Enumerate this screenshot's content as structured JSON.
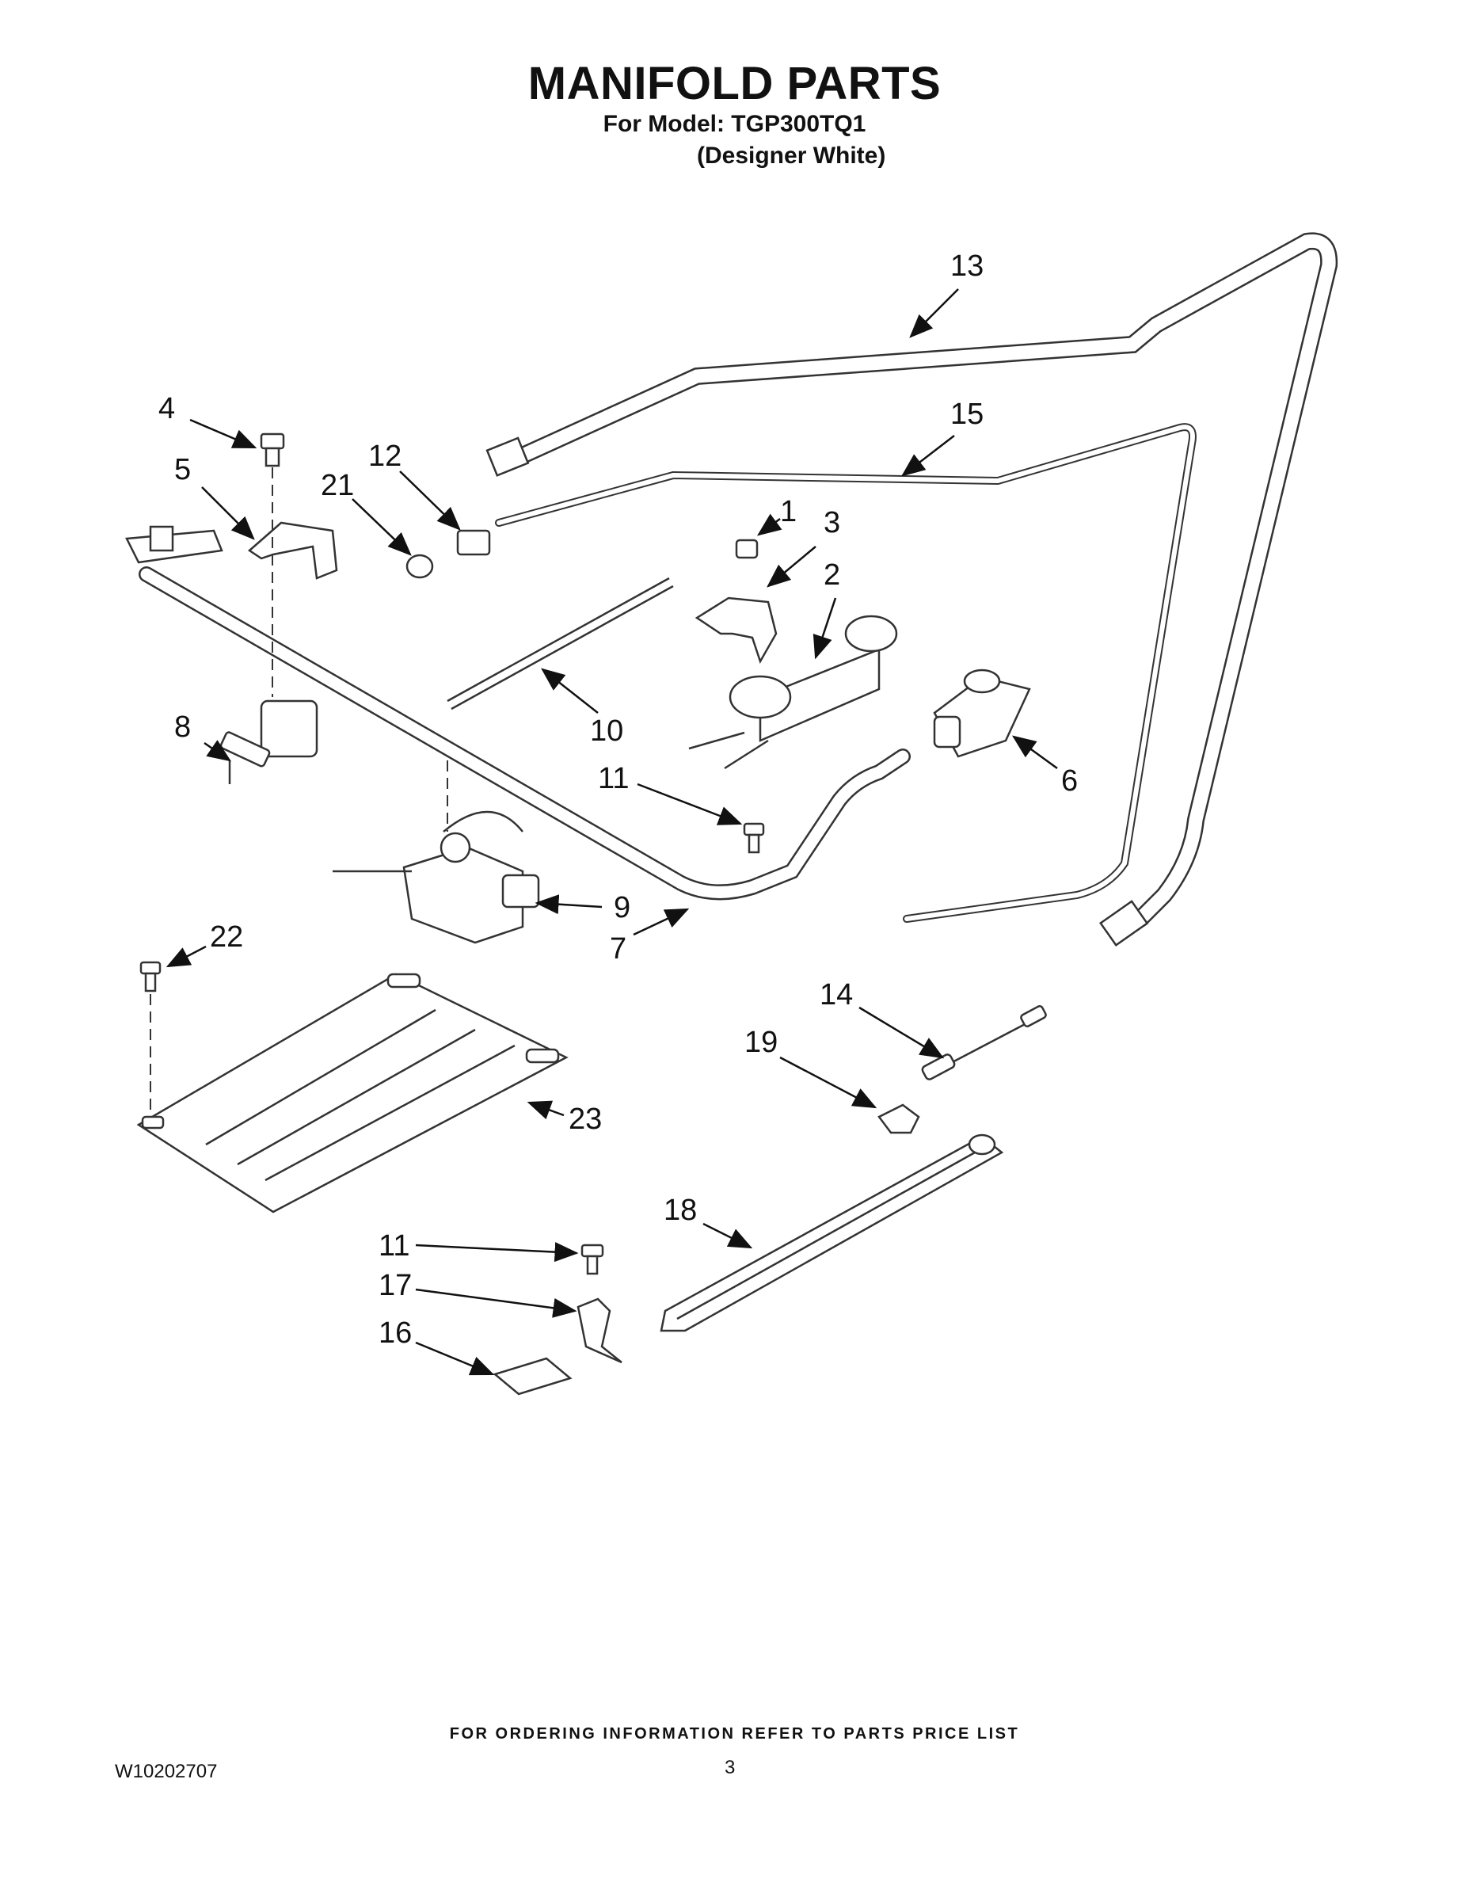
{
  "header": {
    "title": "MANIFOLD PARTS",
    "model_line": "For Model: TGP300TQ1",
    "variant": "(Designer White)"
  },
  "callouts": [
    {
      "id": "1",
      "label": "1"
    },
    {
      "id": "2",
      "label": "2"
    },
    {
      "id": "3",
      "label": "3"
    },
    {
      "id": "4",
      "label": "4"
    },
    {
      "id": "5",
      "label": "5"
    },
    {
      "id": "6",
      "label": "6"
    },
    {
      "id": "7",
      "label": "7"
    },
    {
      "id": "8",
      "label": "8"
    },
    {
      "id": "9",
      "label": "9"
    },
    {
      "id": "10",
      "label": "10"
    },
    {
      "id": "11a",
      "label": "11"
    },
    {
      "id": "11b",
      "label": "11"
    },
    {
      "id": "12",
      "label": "12"
    },
    {
      "id": "13",
      "label": "13"
    },
    {
      "id": "14",
      "label": "14"
    },
    {
      "id": "15",
      "label": "15"
    },
    {
      "id": "16",
      "label": "16"
    },
    {
      "id": "17",
      "label": "17"
    },
    {
      "id": "18",
      "label": "18"
    },
    {
      "id": "19",
      "label": "19"
    },
    {
      "id": "21",
      "label": "21"
    },
    {
      "id": "22",
      "label": "22"
    },
    {
      "id": "23",
      "label": "23"
    }
  ],
  "footer": {
    "ordering_note": "FOR ORDERING INFORMATION REFER TO PARTS PRICE LIST",
    "document_number": "W10202707",
    "page_number": "3"
  }
}
